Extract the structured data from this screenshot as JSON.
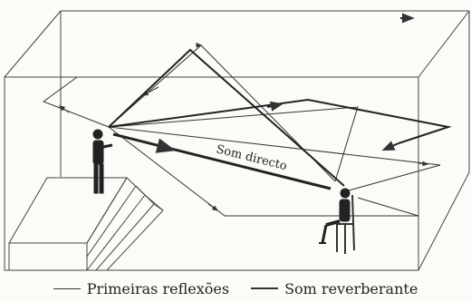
{
  "labels": {
    "direct_sound": "Som directo"
  },
  "legend": {
    "early_reflections": "Primeiras reflexões",
    "reverberant_sound": "Som reverberante"
  },
  "colors": {
    "ink": "#333333",
    "background": "#fbfbf8"
  }
}
